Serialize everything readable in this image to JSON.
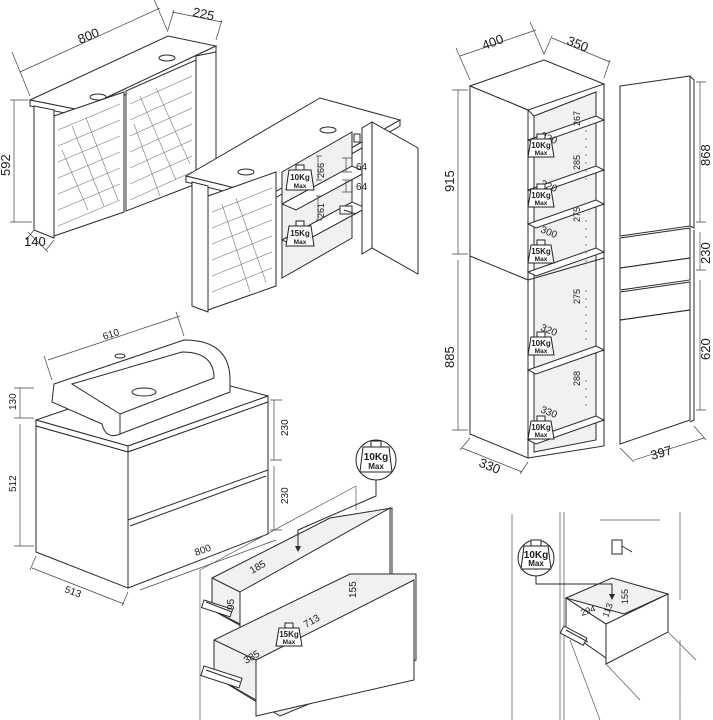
{
  "mirror_cabinet": {
    "width": "800",
    "depth": "225",
    "height": "592",
    "side_depth": "140",
    "shelf_gap_upper": "266",
    "shelf_gap_lower": "261",
    "shelf_step_a": "64",
    "shelf_step_b": "64",
    "load_upper_kg": "10Kg",
    "load_upper_max": "Max",
    "load_lower_kg": "15Kg",
    "load_lower_max": "Max"
  },
  "tall_cabinet": {
    "width": "400",
    "depth": "350",
    "upper_height": "915",
    "lower_height": "885",
    "base_depth": "330",
    "shelf_1": "267",
    "shelf_1_depth": "320",
    "shelf_2": "285",
    "shelf_2_depth": "320",
    "shelf_3": "275",
    "shelf_3_depth": "300",
    "shelf_4": "275",
    "shelf_4_depth": "320",
    "shelf_5": "288",
    "shelf_5_depth": "330",
    "load_1_kg": "10Kg",
    "load_1_max": "Max",
    "load_2_kg": "10Kg",
    "load_2_max": "Max",
    "load_3_kg": "15Kg",
    "load_3_max": "Max",
    "load_4_kg": "10Kg",
    "load_4_max": "Max",
    "load_5_kg": "10Kg",
    "load_5_max": "Max"
  },
  "tall_front": {
    "door_top": "868",
    "drawer": "230",
    "door_bottom": "620",
    "width": "397"
  },
  "vanity": {
    "basin_width": "610",
    "basin_height": "130",
    "cabinet_height": "512",
    "cabinet_depth": "513",
    "cabinet_width": "800",
    "drawer_top": "230",
    "drawer_bottom": "230"
  },
  "drawers": {
    "upper_depth": "185",
    "upper_side": "95",
    "upper_inner": "155",
    "width": "713",
    "lower_depth": "385",
    "load_top_kg": "10Kg",
    "load_top_max": "Max",
    "load_inner_kg": "15Kg",
    "load_inner_max": "Max"
  },
  "tall_drawer": {
    "depth": "294",
    "inner": "113",
    "height": "155",
    "load_kg": "10Kg",
    "load_max": "Max"
  }
}
